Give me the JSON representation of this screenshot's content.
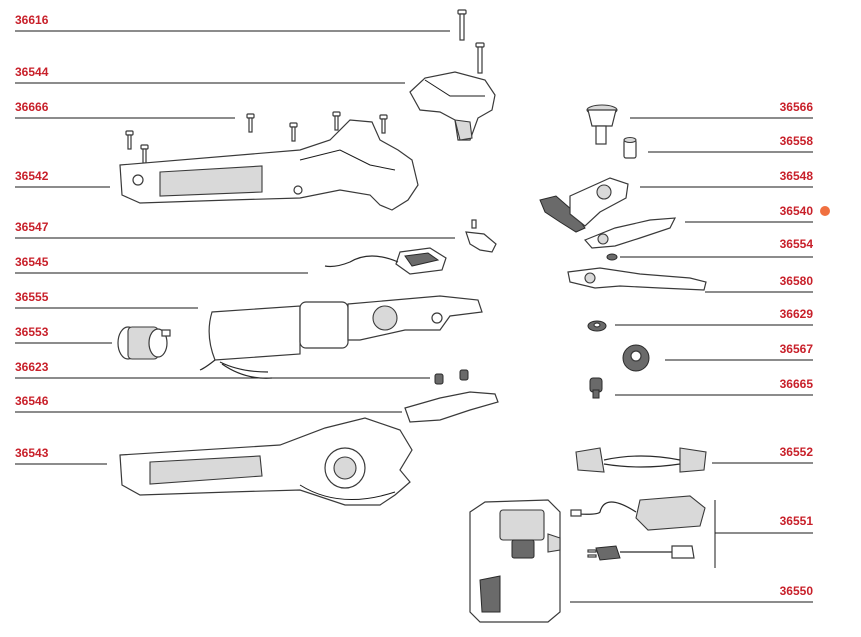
{
  "diagram": {
    "accent_color": "#c8202a",
    "marker_color": "#f07040",
    "highlighted_part": "36540",
    "left_labels": [
      "36616",
      "36544",
      "36666",
      "36542",
      "36547",
      "36545",
      "36555",
      "36553",
      "36623",
      "36546",
      "36543"
    ],
    "right_labels": [
      "36566",
      "36558",
      "36548",
      "36540",
      "36554",
      "36580",
      "36629",
      "36567",
      "36665",
      "36552",
      "36551",
      "36550"
    ]
  }
}
